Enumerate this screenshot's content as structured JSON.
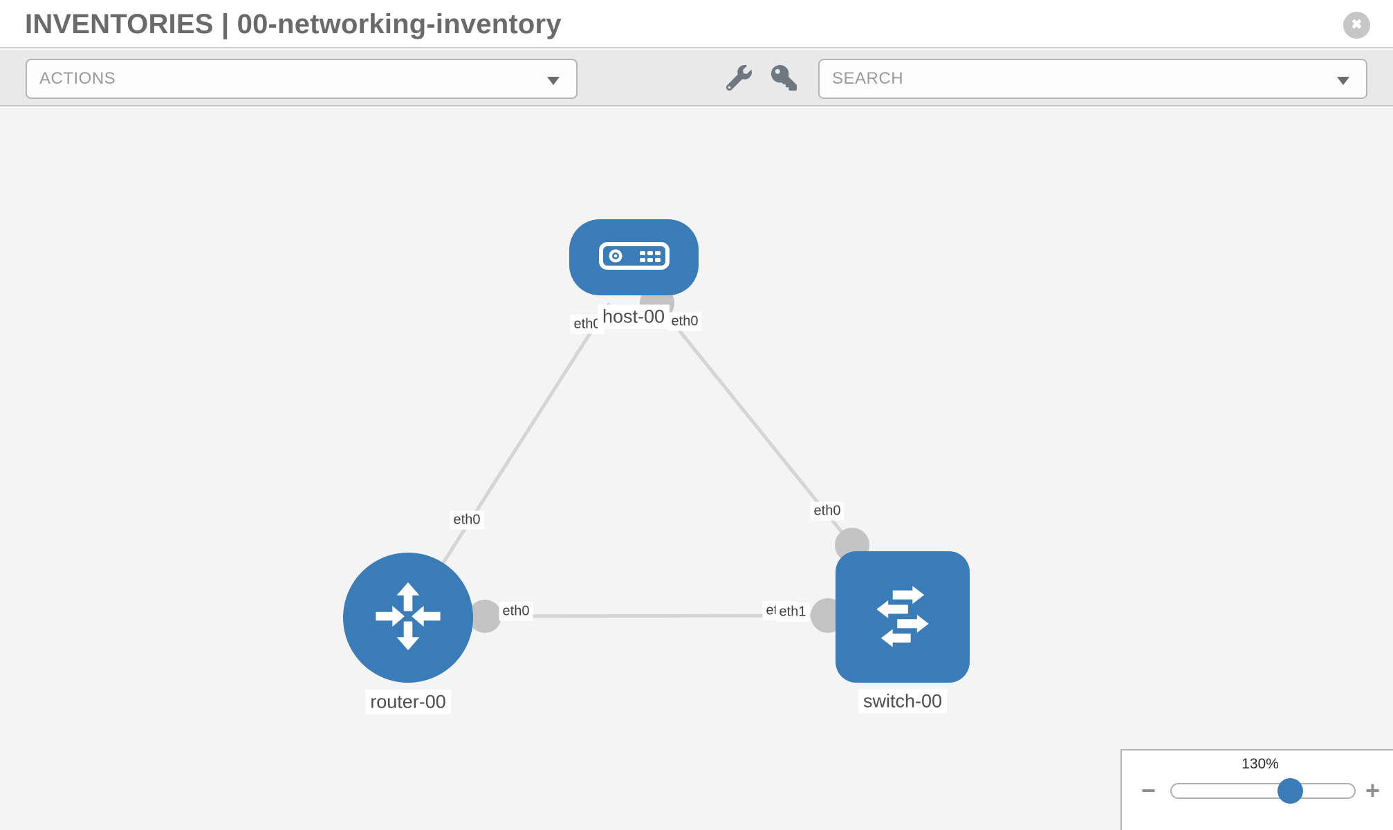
{
  "header": {
    "title": "INVENTORIES | 00-networking-inventory"
  },
  "toolbar": {
    "actions_label": "ACTIONS",
    "search_label": "SEARCH"
  },
  "topology": {
    "nodes": [
      {
        "name": "host-00",
        "type": "host"
      },
      {
        "name": "router-00",
        "type": "router"
      },
      {
        "name": "switch-00",
        "type": "switch"
      }
    ],
    "links": [
      {
        "from": "host-00",
        "from_interface": "eth0",
        "to": "router-00",
        "to_interface": "eth0"
      },
      {
        "from": "host-00",
        "from_interface": "eth0",
        "to": "switch-00",
        "to_interface": "eth0"
      },
      {
        "from": "router-00",
        "from_interface": "eth0",
        "to": "switch-00",
        "to_interface": "eth1"
      }
    ],
    "interface_labels": {
      "host_left": "eth0",
      "host_right": "eth0",
      "router_top": "eth0",
      "switch_top": "eth0",
      "link_mid_left": "eth0",
      "link_mid_right_under": "eth0",
      "link_mid_right_over": "eth1"
    }
  },
  "zoom_control": {
    "level": "130%",
    "percent": 130,
    "minus_label": "−",
    "plus_label": "+"
  },
  "colors": {
    "node_blue": "#3a7cb7",
    "link_gray": "#d5d5d5",
    "interface_dot_gray": "#c3c3c3",
    "toolbar_gray": "#e9e9e9",
    "canvas_gray": "#f4f4f4"
  }
}
